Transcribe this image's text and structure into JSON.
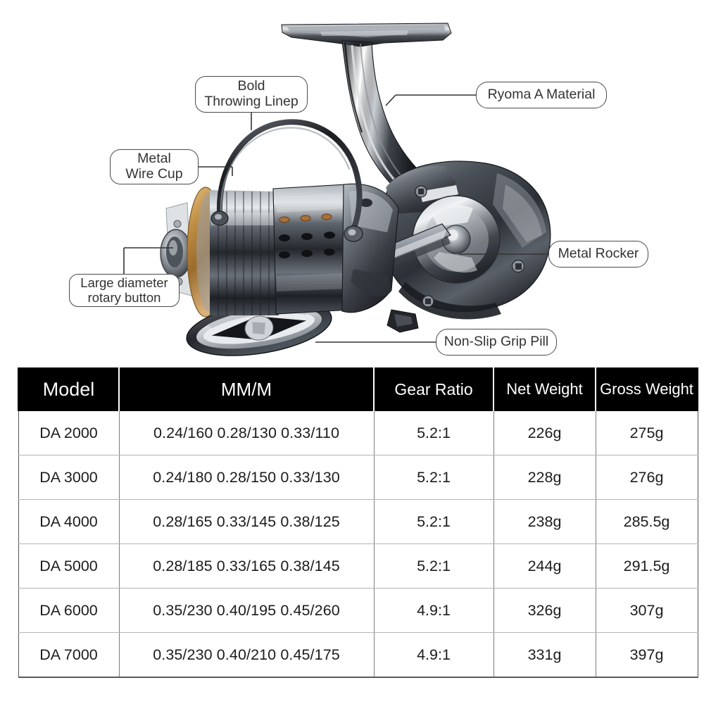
{
  "product": {
    "name": "Spinning Fishing Reel",
    "image_description": "Gunmetal grey spinning fishing reel shown in side profile with gold-rimmed spool, metal wire bail arm, T-shaped reel foot and oval non-slip handle knob"
  },
  "callouts": [
    {
      "id": "bold-throwing-linep",
      "label": "Bold\nThrowing Linep"
    },
    {
      "id": "metal-wire-cup",
      "label": "Metal\nWire Cup"
    },
    {
      "id": "large-diameter-rotary-button",
      "label": "Large diameter\nrotary button"
    },
    {
      "id": "ryoma-a-material",
      "label": "Ryoma A Material"
    },
    {
      "id": "metal-rocker",
      "label": "Metal Rocker"
    },
    {
      "id": "non-slip-grip-pill",
      "label": "Non-Slip Grip Pill"
    }
  ],
  "spec_table": {
    "headers": [
      "Model",
      "MM/M",
      "Gear Ratio",
      "Net Weight",
      "Gross Weight"
    ],
    "rows": [
      {
        "model": "DA 2000",
        "mmm": "0.24/160 0.28/130 0.33/110",
        "gear_ratio": "5.2:1",
        "net_weight": "226g",
        "gross_weight": "275g"
      },
      {
        "model": "DA 3000",
        "mmm": "0.24/180 0.28/150 0.33/130",
        "gear_ratio": "5.2:1",
        "net_weight": "228g",
        "gross_weight": "276g"
      },
      {
        "model": "DA 4000",
        "mmm": "0.28/165 0.33/145 0.38/125",
        "gear_ratio": "5.2:1",
        "net_weight": "238g",
        "gross_weight": "285.5g"
      },
      {
        "model": "DA 5000",
        "mmm": "0.28/185 0.33/165 0.38/145",
        "gear_ratio": "5.2:1",
        "net_weight": "244g",
        "gross_weight": "291.5g"
      },
      {
        "model": "DA 6000",
        "mmm": "0.35/230 0.40/195 0.45/260",
        "gear_ratio": "4.9:1",
        "net_weight": "326g",
        "gross_weight": "307g"
      },
      {
        "model": "DA 7000",
        "mmm": "0.35/230 0.40/210 0.45/175",
        "gear_ratio": "4.9:1",
        "net_weight": "331g",
        "gross_weight": "397g"
      }
    ]
  },
  "colors": {
    "header_background": "#000000",
    "header_text": "#ffffff",
    "cell_text": "#1c1c1c",
    "row_divider": "#b4b4b4",
    "table_border": "#555555",
    "callout_border": "#4a4a4a",
    "callout_text": "#333333",
    "page_background": "#ffffff",
    "reel_body_dark": "#3b3f45",
    "reel_body_mid": "#6d737c",
    "reel_highlight": "#d6dade",
    "spool_gold": "#b8833f"
  }
}
